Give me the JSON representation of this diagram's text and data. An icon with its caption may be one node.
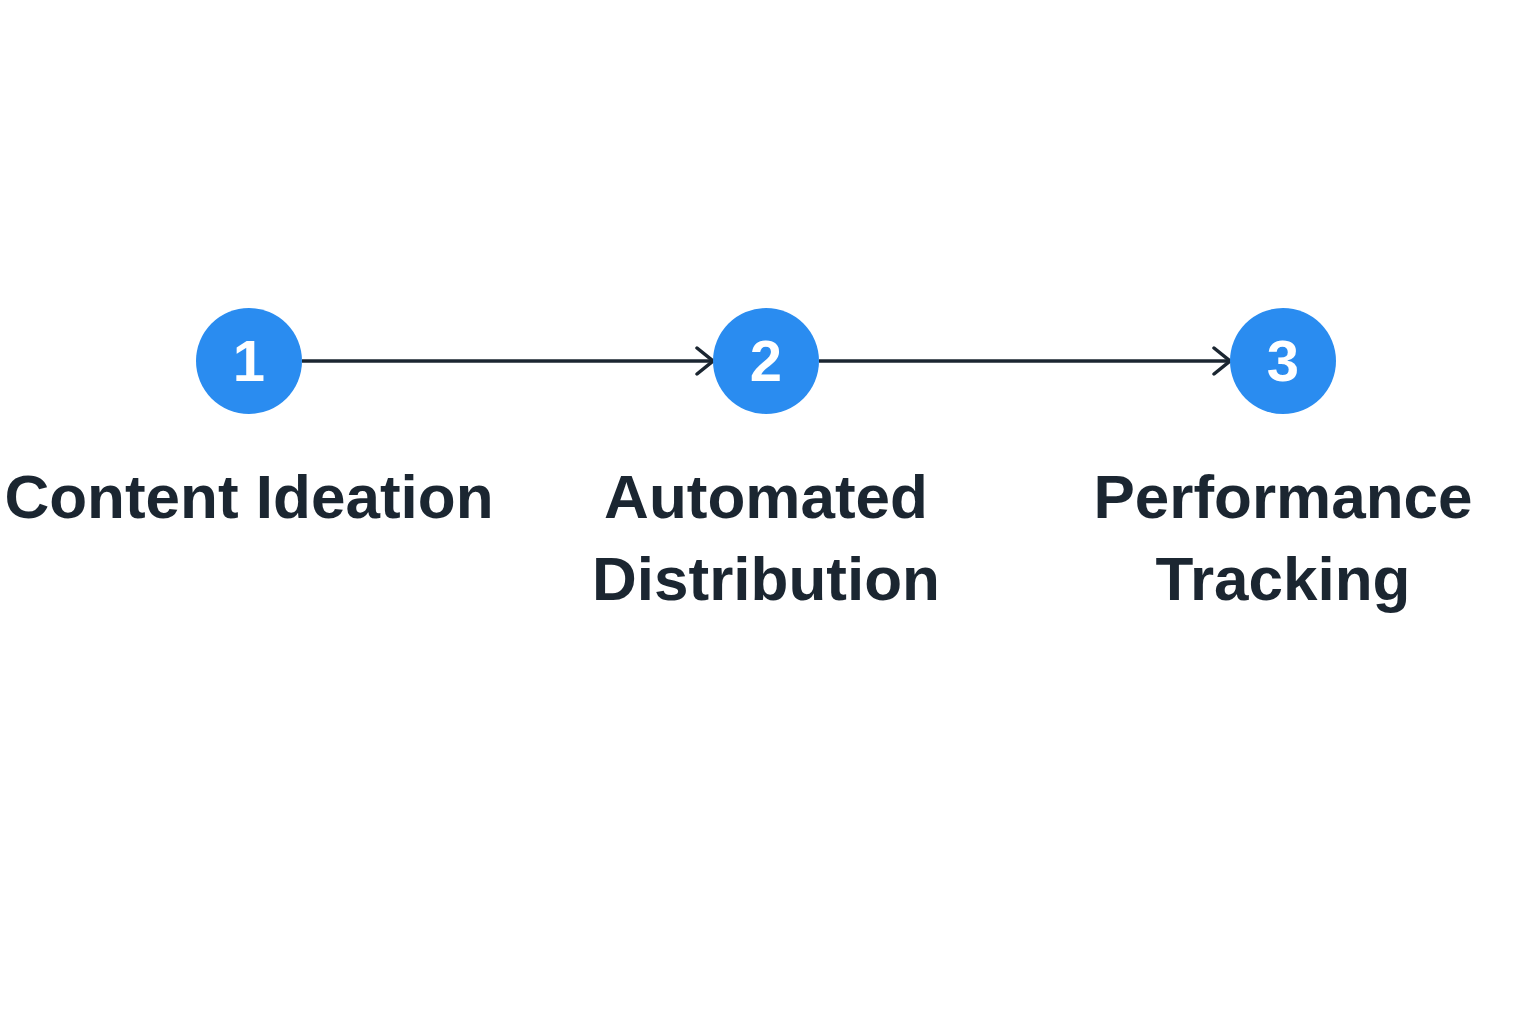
{
  "diagram": {
    "nodes": [
      {
        "text": [
          "1",
          "Content Ideation"
        ]
      },
      {
        "text": [
          "2",
          "Automated Distribution"
        ]
      },
      {
        "text": [
          "3",
          "Performance Tracking"
        ]
      }
    ],
    "edges": [
      {
        "from": 0,
        "to": 1,
        "arrow": "to"
      },
      {
        "from": 1,
        "to": 2,
        "arrow": "to"
      }
    ]
  }
}
